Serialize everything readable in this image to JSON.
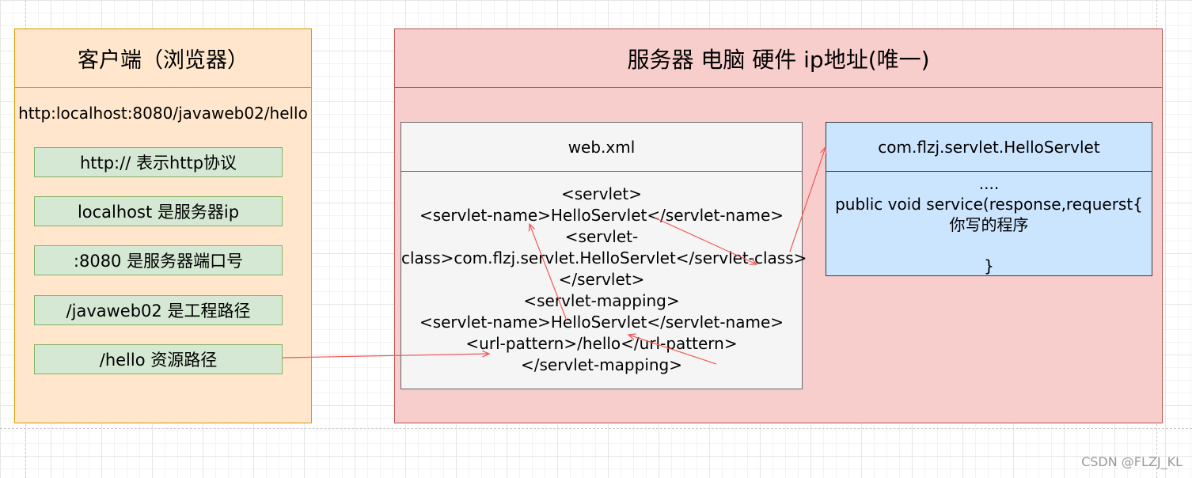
{
  "colors": {
    "client_fill": "#ffe6cc",
    "client_stroke": "#d79b00",
    "item_fill": "#d5e8d4",
    "item_stroke": "#82b366",
    "server_fill": "#f8cecc",
    "server_stroke": "#b85450",
    "xml_fill": "#f5f5f5",
    "servlet_fill": "#cce5ff",
    "arrow": "#f05a5a"
  },
  "client": {
    "title": "客户端（浏览器）",
    "url": "http:localhost:8080/javaweb02/hello",
    "items": [
      "http:// 表示http协议",
      "localhost 是服务器ip",
      ":8080 是服务器端口号",
      "/javaweb02 是工程路径",
      "/hello  资源路径"
    ]
  },
  "server": {
    "title": "服务器  电脑 硬件  ip地址(唯一)",
    "webxml": {
      "title": "web.xml",
      "lines": [
        "<servlet>",
        "<servlet-name>HelloServlet</servlet-name>",
        "<servlet-",
        "class>com.flzj.servlet.HelloServlet</servlet-class>",
        "</servlet>",
        "<servlet-mapping>",
        "<servlet-name>HelloServlet</servlet-name>",
        "<url-pattern>/hello</url-pattern>",
        "</servlet-mapping>"
      ]
    },
    "servlet": {
      "title": "com.flzj.servlet.HelloServlet",
      "lines": [
        "....",
        "public void service(response,requerst{",
        "你写的程序",
        "",
        "}"
      ]
    }
  },
  "watermark": "CSDN @FLZJ_KL"
}
